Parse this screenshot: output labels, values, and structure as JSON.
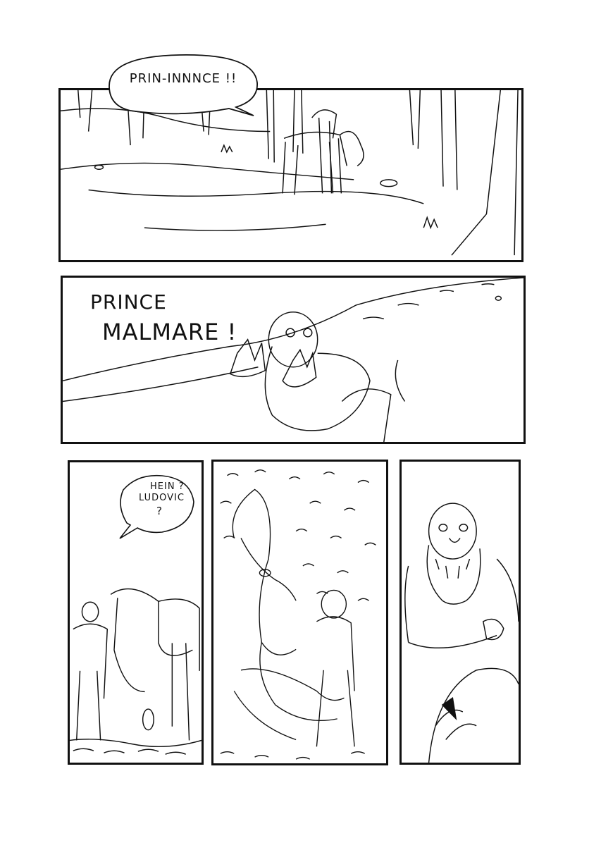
{
  "page": {
    "background": "#ffffff",
    "ink": "#111111"
  },
  "panels": [
    {
      "id": 1,
      "description": "forest clearing, figure with horse among trees",
      "speech": {
        "text": "PRIN-INNNCE !!"
      }
    },
    {
      "id": 2,
      "description": "bald bearded man calling with hands around mouth",
      "speech": {
        "line1": "PRINCE",
        "line2": "MALMARE !"
      }
    },
    {
      "id": 3,
      "description": "man beside saddled horse",
      "speech": {
        "line1": "HEIN ?",
        "line2": "LUDOVIC",
        "line3": "?"
      }
    },
    {
      "id": 4,
      "description": "overhead view of man holding horse reins on leafy ground"
    },
    {
      "id": 5,
      "description": "close-up of bald bearded man on horseback"
    }
  ]
}
